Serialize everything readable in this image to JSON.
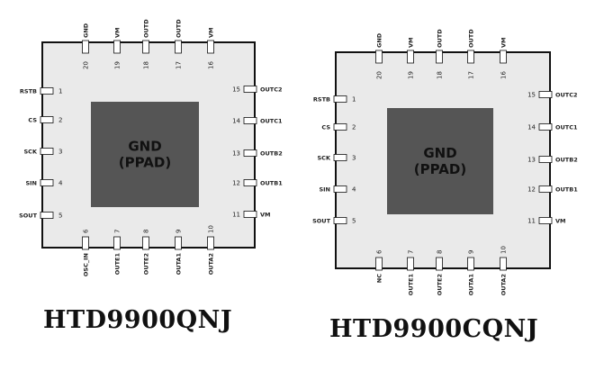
{
  "packages": [
    {
      "title": "HTD9900QNJ",
      "pad_label_1": "GND",
      "pad_label_2": "(PPAD)",
      "colors": {
        "body": "#eaeaea",
        "outline": "#111111",
        "pad": "#555555",
        "pin": "#ffffff"
      },
      "pins": {
        "left": [
          {
            "num": "1",
            "name": "RSTB"
          },
          {
            "num": "2",
            "name": "CS"
          },
          {
            "num": "3",
            "name": "SCK"
          },
          {
            "num": "4",
            "name": "SIN"
          },
          {
            "num": "5",
            "name": "SOUT"
          }
        ],
        "bottom": [
          {
            "num": "6",
            "name": "OSC_IN"
          },
          {
            "num": "7",
            "name": "OUTE1"
          },
          {
            "num": "8",
            "name": "OUTE2"
          },
          {
            "num": "9",
            "name": "OUTA1"
          },
          {
            "num": "10",
            "name": "OUTA2"
          }
        ],
        "right": [
          {
            "num": "15",
            "name": "OUTC2"
          },
          {
            "num": "14",
            "name": "OUTC1"
          },
          {
            "num": "13",
            "name": "OUTB2"
          },
          {
            "num": "12",
            "name": "OUTB1"
          },
          {
            "num": "11",
            "name": "VM"
          }
        ],
        "top": [
          {
            "num": "20",
            "name": "GND"
          },
          {
            "num": "19",
            "name": "VM"
          },
          {
            "num": "18",
            "name": "OUTD"
          },
          {
            "num": "17",
            "name": "OUTD"
          },
          {
            "num": "16",
            "name": "VM"
          }
        ]
      }
    },
    {
      "title": "HTD9900CQNJ",
      "pad_label_1": "GND",
      "pad_label_2": "(PPAD)",
      "colors": {
        "body": "#eaeaea",
        "outline": "#111111",
        "pad": "#555555",
        "pin": "#ffffff"
      },
      "pins": {
        "left": [
          {
            "num": "1",
            "name": "RSTB"
          },
          {
            "num": "2",
            "name": "CS"
          },
          {
            "num": "3",
            "name": "SCK"
          },
          {
            "num": "4",
            "name": "SIN"
          },
          {
            "num": "5",
            "name": "SOUT"
          }
        ],
        "bottom": [
          {
            "num": "6",
            "name": "NC"
          },
          {
            "num": "7",
            "name": "OUTE1"
          },
          {
            "num": "8",
            "name": "OUTE2"
          },
          {
            "num": "9",
            "name": "OUTA1"
          },
          {
            "num": "10",
            "name": "OUTA2"
          }
        ],
        "right": [
          {
            "num": "15",
            "name": "OUTC2"
          },
          {
            "num": "14",
            "name": "OUTC1"
          },
          {
            "num": "13",
            "name": "OUTB2"
          },
          {
            "num": "12",
            "name": "OUTB1"
          },
          {
            "num": "11",
            "name": "VM"
          }
        ],
        "top": [
          {
            "num": "20",
            "name": "GND"
          },
          {
            "num": "19",
            "name": "VM"
          },
          {
            "num": "18",
            "name": "OUTD"
          },
          {
            "num": "17",
            "name": "OUTD"
          },
          {
            "num": "16",
            "name": "VM"
          }
        ]
      }
    }
  ]
}
